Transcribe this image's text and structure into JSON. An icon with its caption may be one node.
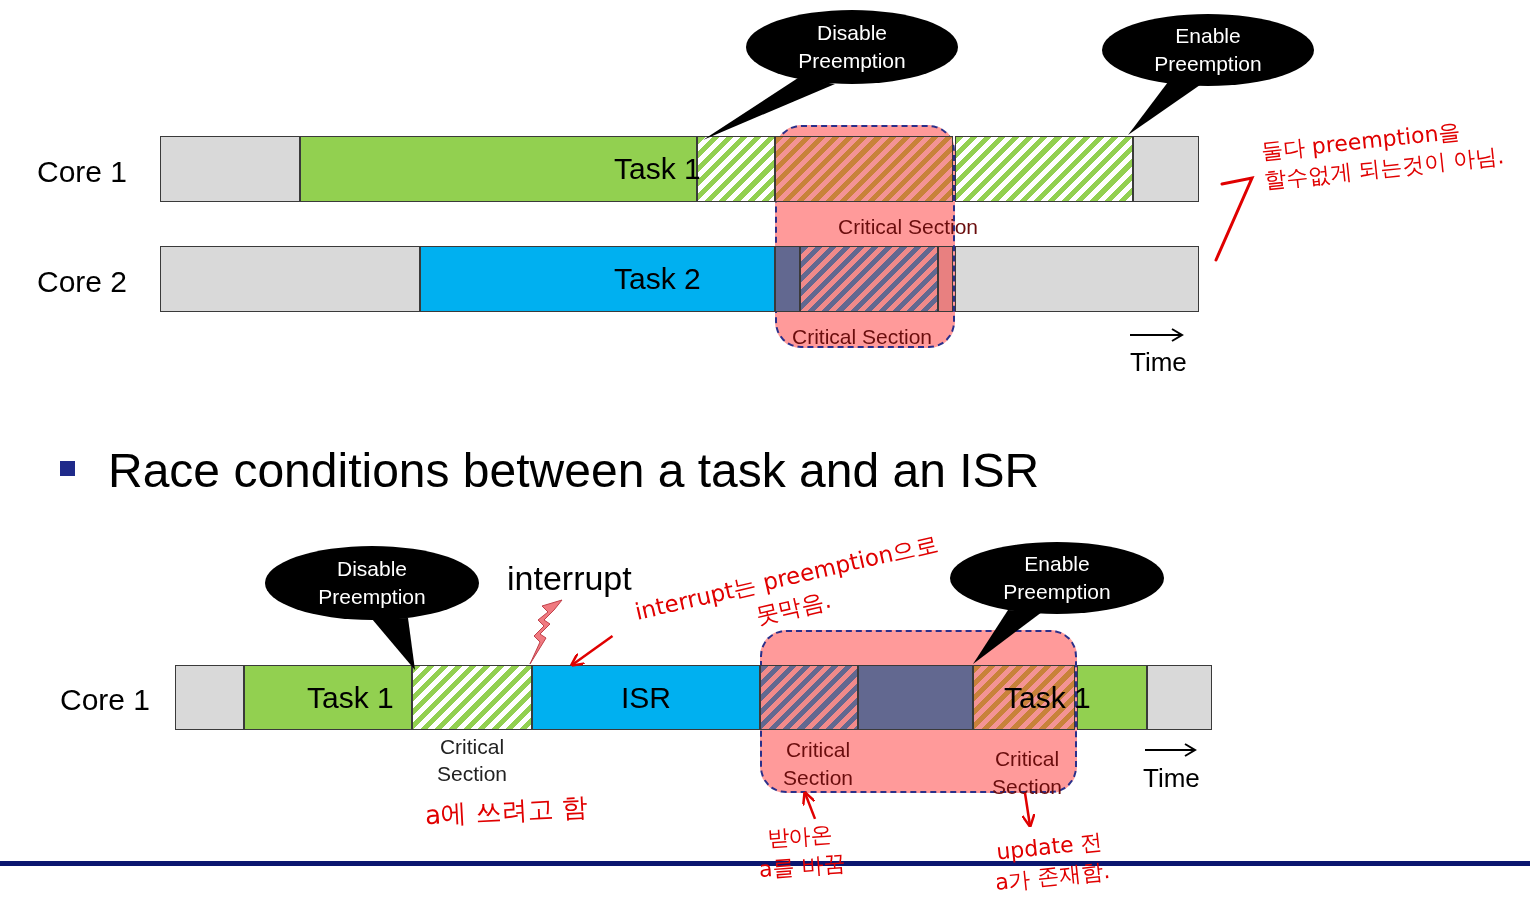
{
  "diagram": {
    "nodes": [
      {
        "text": [
          "Disable Preemption"
        ]
      },
      {
        "text": [
          "Enable Preemption"
        ]
      },
      {
        "text": [],
        "shape": "bar"
      },
      {
        "text": [
          "Task 1"
        ]
      },
      {
        "text": [],
        "shape": "bar"
      },
      {
        "text": [
          "Critical Section",
          "Critical Section"
        ]
      },
      {
        "text": [],
        "shape": "bar",
        "in": 5
      },
      {
        "text": [],
        "shape": "bar"
      },
      {
        "text": [],
        "shape": "bar"
      },
      {
        "text": [],
        "shape": "bar"
      },
      {
        "text": [
          "Task 2"
        ]
      },
      {
        "text": [],
        "shape": "bar",
        "in": 5
      },
      {
        "text": [],
        "shape": "bar",
        "in": 5
      },
      {
        "text": [],
        "shape": "bar",
        "in": 5
      },
      {
        "text": [],
        "shape": "bar"
      },
      {
        "text": [
          "Disable Preemption"
        ]
      },
      {
        "text": [
          "Enable Preemption"
        ]
      },
      {
        "text": [
          "interrupt는 preemption으로 못막음."
        ]
      },
      {
        "text": [],
        "shape": "bar"
      },
      {
        "text": [
          "Task 1"
        ]
      },
      {
        "text": [],
        "shape": "bar"
      },
      {
        "text": [
          "ISR"
        ]
      },
      {
        "text": [
          "Critical Section",
          "Critical Section"
        ]
      },
      {
        "text": [],
        "shape": "bar",
        "in": 22
      },
      {
        "text": [],
        "shape": "bar",
        "in": 22
      },
      {
        "text": [
          "Task 1"
        ],
        "in": 22
      },
      {
        "text": [],
        "shape": "bar"
      },
      {
        "text": [],
        "shape": "bar"
      },
      {
        "text": [
          "받아온 a를 바꿈"
        ]
      },
      {
        "text": [
          "update 전 a가 존재함."
        ]
      }
    ],
    "edges": [
      {
        "from": 17,
        "to": 21,
        "arrow": "to"
      },
      {
        "from": 28,
        "to": 22,
        "arrow": "to"
      },
      {
        "from": 22,
        "to": 29,
        "arrow": "to"
      }
    ],
    "labels": [
      "Core 1",
      "Core 2",
      "Time",
      "둘다 preemption을 할수없게 되는것이 아님.",
      "Race conditions between a task and an ISR",
      "interrupt",
      "Core 1",
      "Critical Section",
      "Time",
      "a에 쓰려고 함"
    ]
  }
}
